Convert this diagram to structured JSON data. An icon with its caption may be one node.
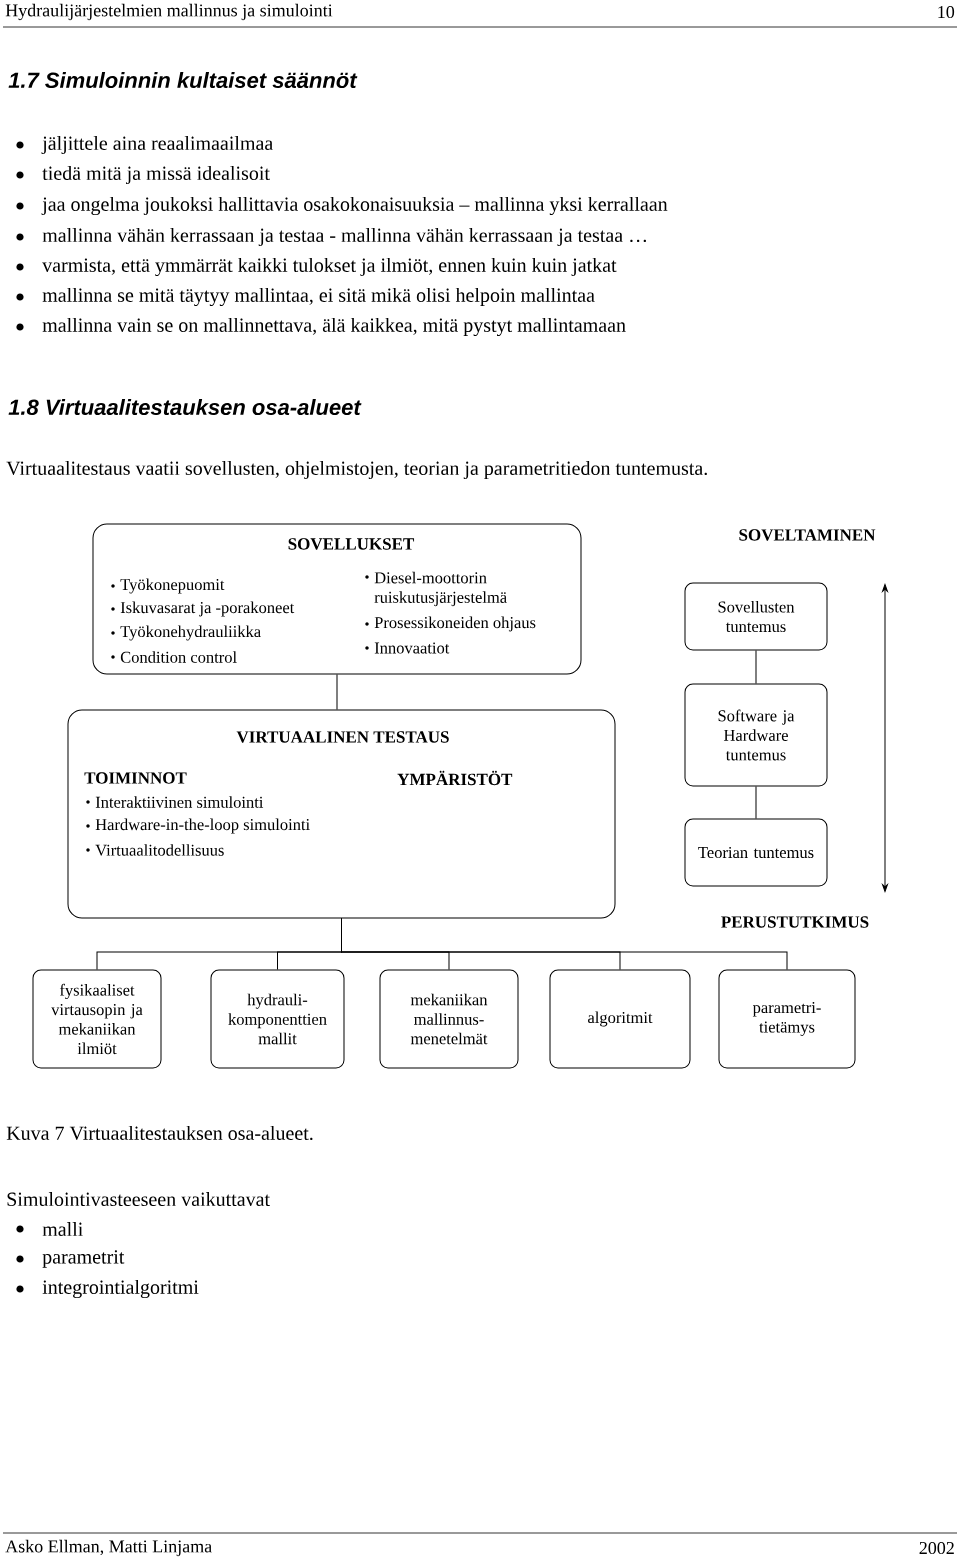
{
  "diagram": {
    "caption": "Kuva 7 Virtuaalitestauksen osa-alueet.",
    "nodes": [
      {
        "text": [
          "SOVELLUKSET",
          "Työkonepuomit",
          "Iskuvasarat ja -porakoneet",
          "Työkonehydrauliikka",
          "Condition control",
          "Diesel-moottorin ruiskutusjärjestelmä",
          "Prosessikoneiden ohjaus",
          "Innovaatiot"
        ]
      },
      {
        "text": [
          "VIRTUAALINEN TESTAUS",
          "TOIMINNOT",
          "Interaktiivinen simulointi",
          "Hardware-in-the-loop simulointi",
          "Virtuaalitodellisuus",
          "YMPÄRISTÖT"
        ]
      },
      {
        "text": [
          "fysikaaliset virtausopin ja mekaniikan ilmiöt"
        ]
      },
      {
        "text": [
          "hydrauli-komponenttien mallit"
        ]
      },
      {
        "text": [
          "mekaniikan mallinnus-menetelmät"
        ]
      },
      {
        "text": [
          "algoritmit"
        ]
      },
      {
        "text": [
          "parametri-tietämys"
        ]
      },
      {
        "text": [
          "Sovellusten tuntemus"
        ]
      },
      {
        "text": [
          "Software ja Hardware tuntemus"
        ]
      },
      {
        "text": [
          "Teorian tuntemus"
        ]
      }
    ],
    "edges": [
      {
        "from": 0,
        "to": 1,
        "arrow": "none"
      },
      {
        "from": 1,
        "to": 2,
        "arrow": "none"
      },
      {
        "from": 1,
        "to": 3,
        "arrow": "none"
      },
      {
        "from": 1,
        "to": 4,
        "arrow": "none"
      },
      {
        "from": 1,
        "to": 5,
        "arrow": "none"
      },
      {
        "from": 1,
        "to": 6,
        "arrow": "none"
      },
      {
        "from": 7,
        "to": 8,
        "arrow": "none"
      },
      {
        "from": 8,
        "to": 9,
        "arrow": "none"
      }
    ],
    "labels": [
      "Hydraulijärjestelmien mallinnus ja simulointi",
      "10",
      "1.7 Simuloinnin kultaiset säännöt",
      "jäljittele aina reaalimaailmaa",
      "tiedä mitä ja missä idealisoit",
      "jaa ongelma joukoksi hallittavia osakokonaisuuksia – mallinna yksi kerrallaan",
      "mallinna vähän kerrassaan ja testaa - mallinna vähän kerrassaan ja testaa …",
      "varmista, että ymmärrät kaikki tulokset ja ilmiöt, ennen kuin kuin jatkat",
      "mallinna se mitä täytyy mallintaa, ei sitä mikä olisi helpoin mallintaa",
      "mallinna vain se on mallinnettava, älä kaikkea, mitä pystyt mallintamaan",
      "1.8 Virtuaalitestauksen osa-alueet",
      "Virtuaalitestaus vaatii sovellusten, ohjelmistojen, teorian ja parametritiedon tuntemusta.",
      "SOVELTAMINEN",
      "PERUSTUTKIMUS",
      "Simulointivasteeseen vaikuttavat",
      "malli",
      "parametrit",
      "integrointialgoritmi",
      "Asko Ellman, Matti Linjama",
      "2002"
    ]
  }
}
